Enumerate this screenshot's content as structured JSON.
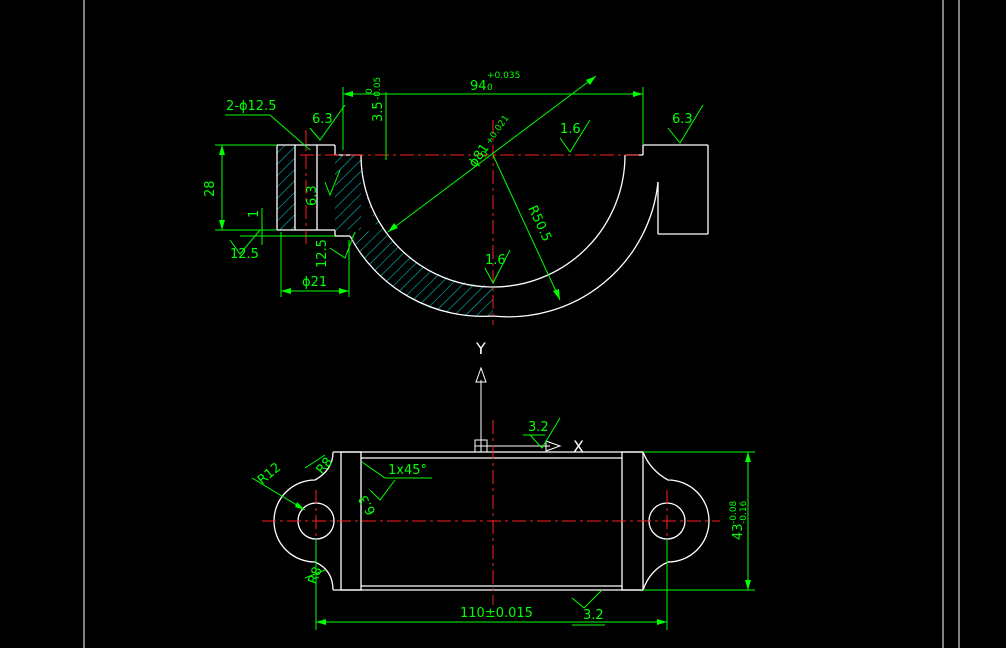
{
  "colors": {
    "background": "#000000",
    "outline": "#ffffff",
    "dimension": "#00ff00",
    "centerline": "#ff2020",
    "hatch": "#00c8c8"
  },
  "top_view": {
    "holes_count_dia": "2-ϕ12.5",
    "width_dim": "94",
    "width_tol_upper": "+0.035",
    "width_tol_lower": "0",
    "bore_dia": "ϕ81",
    "bore_tol_upper": "+0.021",
    "bore_tol_lower": "0",
    "radius": "R50.5",
    "depth_dim": "3.5",
    "depth_tol_lower": "-0.05",
    "depth_tol_upper": "0",
    "height_dim": "28",
    "step_dim": "1",
    "counterbore_dia": "ϕ21",
    "roughness": {
      "r1": "6.3",
      "r2": "6.3",
      "r3": "6.3",
      "r4": "1.6",
      "r5": "1.6",
      "r6": "12.5",
      "r7": "12.5"
    }
  },
  "axes": {
    "y_label": "Y",
    "x_label": "X"
  },
  "bottom_view": {
    "outer_radius": "R12",
    "fillet_radius_top": "R8",
    "fillet_radius_bottom": "R8",
    "chamfer": "1x45°",
    "chamfer_roughness": "6.3",
    "top_roughness": "3.2",
    "length_dim": "110±0.015",
    "bottom_roughness": "3.2",
    "height_dim": "43",
    "height_tol_upper": "-0.08",
    "height_tol_lower": "-0.16"
  }
}
